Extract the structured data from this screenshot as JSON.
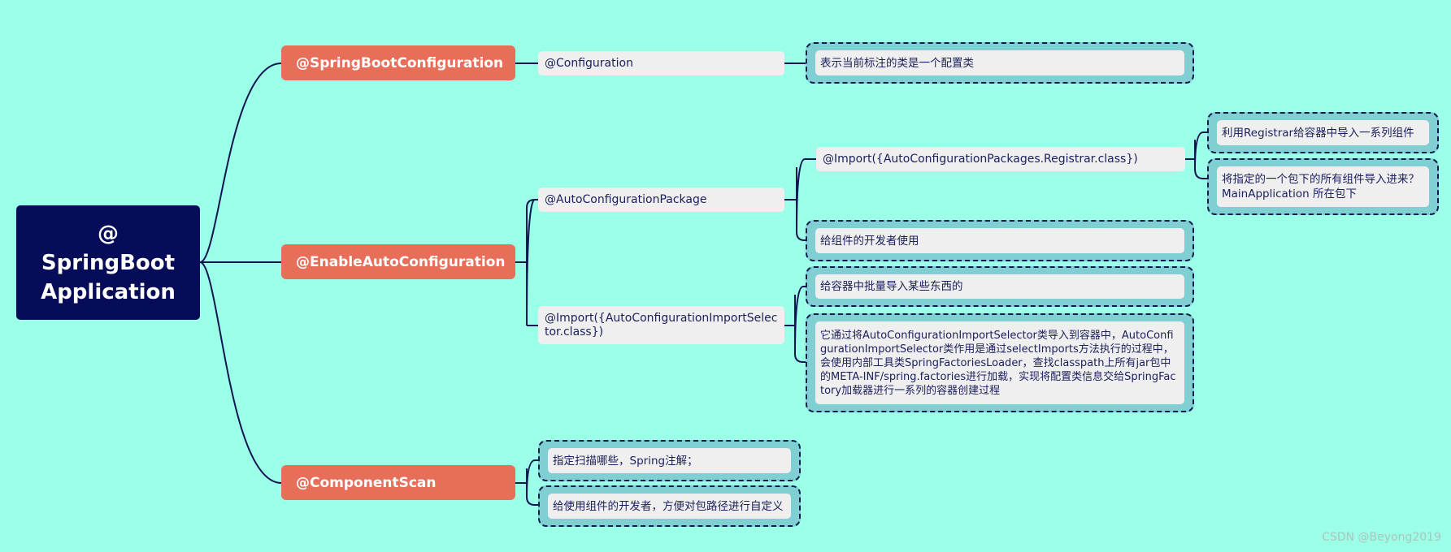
{
  "root": {
    "lines": [
      "@",
      "SpringBoot",
      "Application"
    ]
  },
  "branches": {
    "config": {
      "label": "@SpringBootConfiguration",
      "configuration": "@Configuration",
      "configuration_note": "表示当前标注的类是一个配置类"
    },
    "auto": {
      "label": "@EnableAutoConfiguration",
      "package": "@AutoConfigurationPackage",
      "registrar_import": "@Import({AutoConfigurationPackages.Registrar.class})",
      "registrar_note_1": "利用Registrar给容器中导入一系列组件",
      "registrar_note_2": "将指定的一个包下的所有组件导入进来？MainApplication 所在包下",
      "package_note": "给组件的开发者使用",
      "selector_import": "@Import({AutoConfigurationImportSelector.class})",
      "selector_note_1": "给容器中批量导入某些东西的",
      "selector_note_2": "它通过将AutoConfigurationImportSelector类导入到容器中，AutoConfigurationImportSelector类作用是通过selectImports方法执行的过程中，会使用内部工具类SpringFactoriesLoader，查找classpath上所有jar包中的META-INF/spring.factories进行加载，实现将配置类信息交给SpringFactory加载器进行一系列的容器创建过程"
    },
    "scan": {
      "label": "@ComponentScan",
      "note_1": "指定扫描哪些，Spring注解；",
      "note_2": "给使用组件的开发者，方便对包路径进行自定义"
    }
  },
  "watermark": "CSDN @Beyong2019",
  "colors": {
    "background": "#9cffe8",
    "root_fill": "#070c58",
    "main_fill": "#e76f5a",
    "sub_fill": "#efefef",
    "dashed_frame_fill": "#7fcfd3",
    "connector": "#0e1650",
    "text_dark": "#1b1f5c"
  }
}
